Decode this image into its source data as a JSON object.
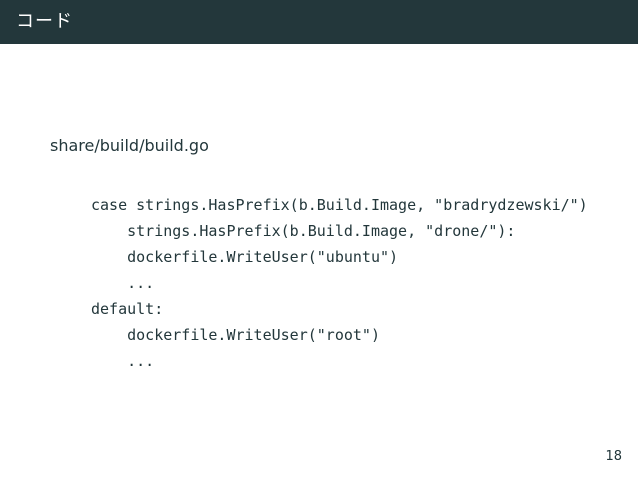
{
  "slide": {
    "title": "コード",
    "file_path": "share/build/build.go",
    "page_number": "18"
  },
  "code_lines": [
    "case strings.HasPrefix(b.Build.Image, \"bradrydzewski/\")",
    "    strings.HasPrefix(b.Build.Image, \"drone/\"):",
    "    dockerfile.WriteUser(\"ubuntu\")",
    "    ...",
    "default:",
    "    dockerfile.WriteUser(\"root\")",
    "    ..."
  ]
}
